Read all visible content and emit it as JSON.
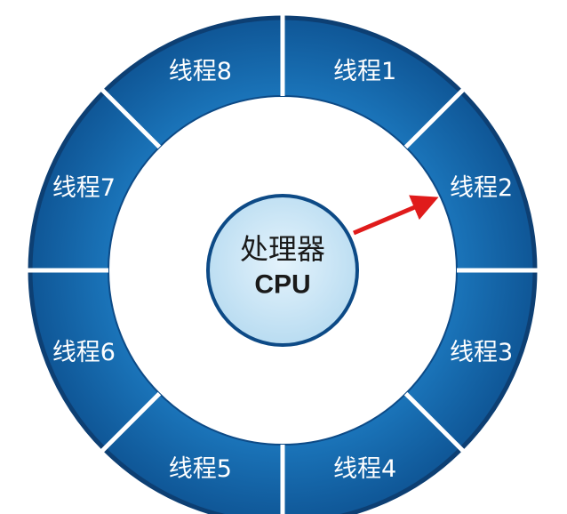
{
  "diagram": {
    "center_label": "处理器",
    "center_sublabel": "CPU",
    "threads": [
      {
        "label": "线程1"
      },
      {
        "label": "线程2"
      },
      {
        "label": "线程3"
      },
      {
        "label": "线程4"
      },
      {
        "label": "线程5"
      },
      {
        "label": "线程6"
      },
      {
        "label": "线程7"
      },
      {
        "label": "线程8"
      }
    ],
    "colors": {
      "ring": "#1565a8",
      "ring_edge": "#0d3f73",
      "divider": "#ffffff",
      "center_fill": "#cfe8f7",
      "center_edge": "#0d4a86",
      "arrow": "#e01b1b"
    }
  }
}
